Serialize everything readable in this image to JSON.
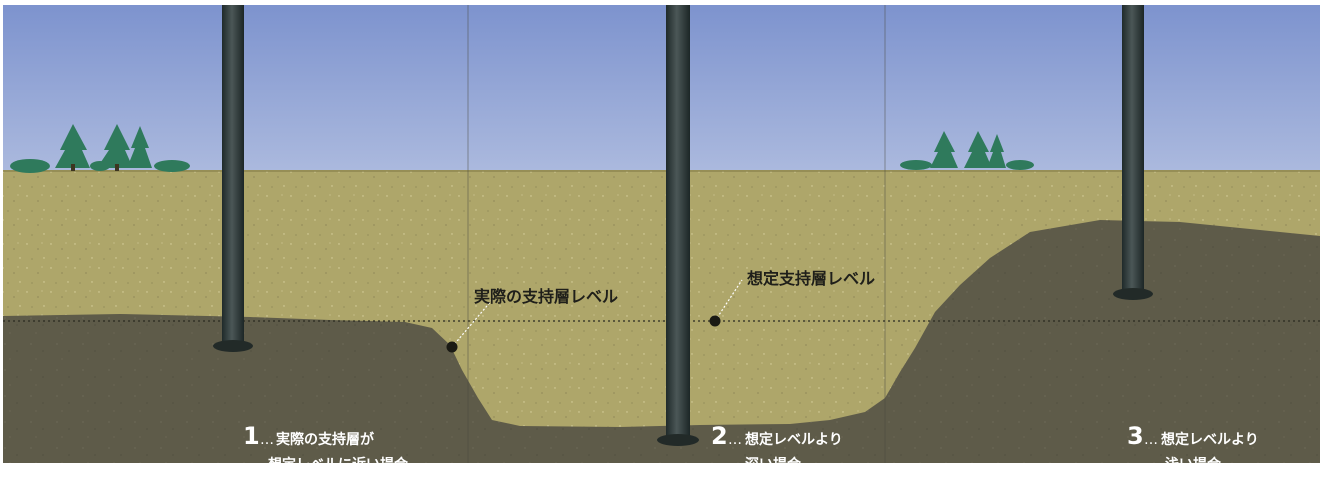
{
  "labels": {
    "actual_level": "実際の支持層レベル",
    "assumed_level": "想定支持層レベル"
  },
  "cases": [
    {
      "num": "1",
      "line1": "実際の支持層が",
      "line2": "想定レベルに近い場合"
    },
    {
      "num": "2",
      "line1": "想定レベルより",
      "line2": "深い場合"
    },
    {
      "num": "3",
      "line1": "想定レベルより",
      "line2": "浅い場合"
    }
  ],
  "colors": {
    "sky_top": "#7f95cf",
    "sky_bottom": "#f3f3f6",
    "sand": "#aea66a",
    "bearing_layer": "#5e5b49",
    "pile": "#2f3b3b",
    "tree": "#2f7a5c",
    "label_text": "#ffffff"
  },
  "icons": [
    "tree-cluster-icon",
    "pile-icon",
    "marker-dot-icon"
  ]
}
